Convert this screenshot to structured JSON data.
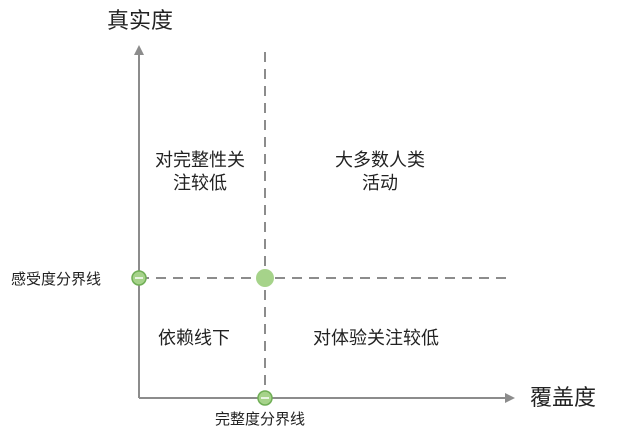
{
  "axes": {
    "y_title": "真实度",
    "x_title": "覆盖度"
  },
  "quadrants": {
    "top_left": [
      "对完整性关",
      "注较低"
    ],
    "top_right": [
      "大多数人类",
      "活动"
    ],
    "bottom_left": "依赖线下",
    "bottom_right": "对体验关注较低"
  },
  "dividers": {
    "horizontal_label": "感受度分界线",
    "vertical_label": "完整度分界线"
  },
  "colors": {
    "axis": "#8c8c8c",
    "dashed": "#8c8c8c",
    "marker_fill": "#a6d38a",
    "marker_ring": "#6fae55"
  }
}
